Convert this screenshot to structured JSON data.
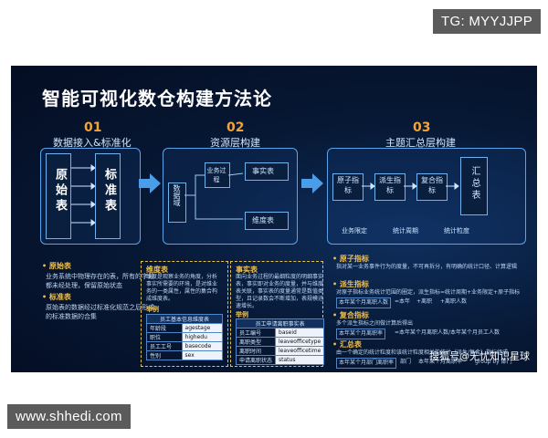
{
  "watermarks": {
    "top": "TG: MYYJJPP",
    "bottom": "www.shhedi.com",
    "sohu": "搜狐号@无忧知识星球"
  },
  "title": "智能可视化数仓构建方法论",
  "steps": [
    {
      "num": "01",
      "label": "数据接入&标准化"
    },
    {
      "num": "02",
      "label": "资源层构建"
    },
    {
      "num": "03",
      "label": "主题汇总层构建"
    }
  ],
  "step1": {
    "source": "原始表",
    "standard": "标准表"
  },
  "step2": {
    "domain": "数据域",
    "process": "业务过程",
    "fact": "事实表",
    "dim": "维度表"
  },
  "step3": {
    "atomic": "原子指标",
    "derived": "派生指标",
    "compound": "复合指标",
    "summary": "汇总表",
    "labels": [
      "业务限定",
      "统计周期",
      "统计粒度"
    ]
  },
  "legend_left": {
    "raw_head": "• 原始表",
    "raw_text": [
      "业务系统中物理存在的表，所有的字段",
      "都未经处理，保留原始状态"
    ],
    "std_head": "• 标准表",
    "std_text": [
      "原始表的数据经过标准化规范之后形成",
      "的标准数据的合集"
    ]
  },
  "dim_card": {
    "head": "维度表",
    "text": [
      "维度是观察业务的角度，分析",
      "事实所需要的环境，是对维业",
      "务的一类属性，属性的集合构",
      "成维度表。"
    ],
    "example": "举例",
    "table_title": "员工基本信息维度表",
    "rows": [
      [
        "年龄段",
        "agestage"
      ],
      [
        "职位",
        "highedu"
      ],
      [
        "员工工号",
        "basecode"
      ],
      [
        "性别",
        "sex"
      ]
    ]
  },
  "fact_card": {
    "head": "事实表",
    "text": [
      "面向业务过程的最细粒度的明细事实",
      "表，事实即对业务的度量，并与维度",
      "表关联，事实表的度量通常是数值类",
      "型，且记录数会不断增加，表规模迅",
      "速增长。"
    ],
    "example": "举例",
    "table_title": "员工申请离职事实表",
    "rows": [
      [
        "员工编号",
        "baseid"
      ],
      [
        "离职类型",
        "leaveofficetype"
      ],
      [
        "离职时间",
        "leaveofficetime"
      ],
      [
        "申请离职状态",
        "status"
      ]
    ]
  },
  "metrics": {
    "atomic_head": "• 原子指标",
    "atomic_text": "指对某一业务事件行为的度量，不可再拆分，有明确的统计口径、计算逻辑",
    "derived_head": "• 派生指标",
    "derived_text": "对原子指标业务统计范围的圈定，派生指标=统计周期+业务限定+原子指标",
    "derived_chips": [
      "本年某个月离职人数",
      "=本年",
      "+离职",
      "+离职人数"
    ],
    "compound_head": "• 复合指标",
    "compound_text": "多个派生指标之间做计算后得出",
    "compound_chips": [
      "本年某个月离职率",
      "=本年某个月离职人数/本年某个月员工人数"
    ],
    "summary_head": "• 汇总表",
    "summary_text": "由一个确定的统计粒度和该统计粒度相关的统计（派生/复合）指标组成",
    "summary_chips": [
      "本年某个月部门离职率",
      "部门",
      "本年某个月离职率",
      "group by 部门"
    ]
  }
}
